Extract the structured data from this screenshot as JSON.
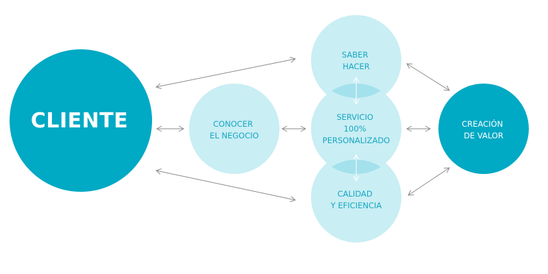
{
  "colors": {
    "dark": "#00a9c4",
    "light": "#a9e4ee",
    "light_alpha": "#c9eef4",
    "overlap": "#8ed8e6",
    "text_dark": "#17a6c2",
    "text_on_dark": "#ffffff",
    "arrow": "#8a8a8a"
  },
  "nodes": {
    "cliente": {
      "lines": [
        "CLIENTE"
      ]
    },
    "conocer": {
      "lines": [
        "CONOCER",
        "EL NEGOCIO"
      ]
    },
    "saber": {
      "lines": [
        "SABER",
        "HACER"
      ]
    },
    "servicio": {
      "lines": [
        "SERVICIO",
        "100%",
        "PERSONALIZADO"
      ]
    },
    "calidad": {
      "lines": [
        "CALIDAD",
        "Y EFICIENCIA"
      ]
    },
    "creacion": {
      "lines": [
        "CREACIÓN",
        "DE VALOR"
      ]
    }
  },
  "connections": [
    {
      "from": "cliente",
      "to": "saber"
    },
    {
      "from": "cliente",
      "to": "conocer"
    },
    {
      "from": "cliente",
      "to": "calidad"
    },
    {
      "from": "conocer",
      "to": "servicio"
    },
    {
      "from": "saber",
      "to": "servicio"
    },
    {
      "from": "servicio",
      "to": "calidad"
    },
    {
      "from": "saber",
      "to": "creacion"
    },
    {
      "from": "servicio",
      "to": "creacion"
    },
    {
      "from": "calidad",
      "to": "creacion"
    }
  ]
}
